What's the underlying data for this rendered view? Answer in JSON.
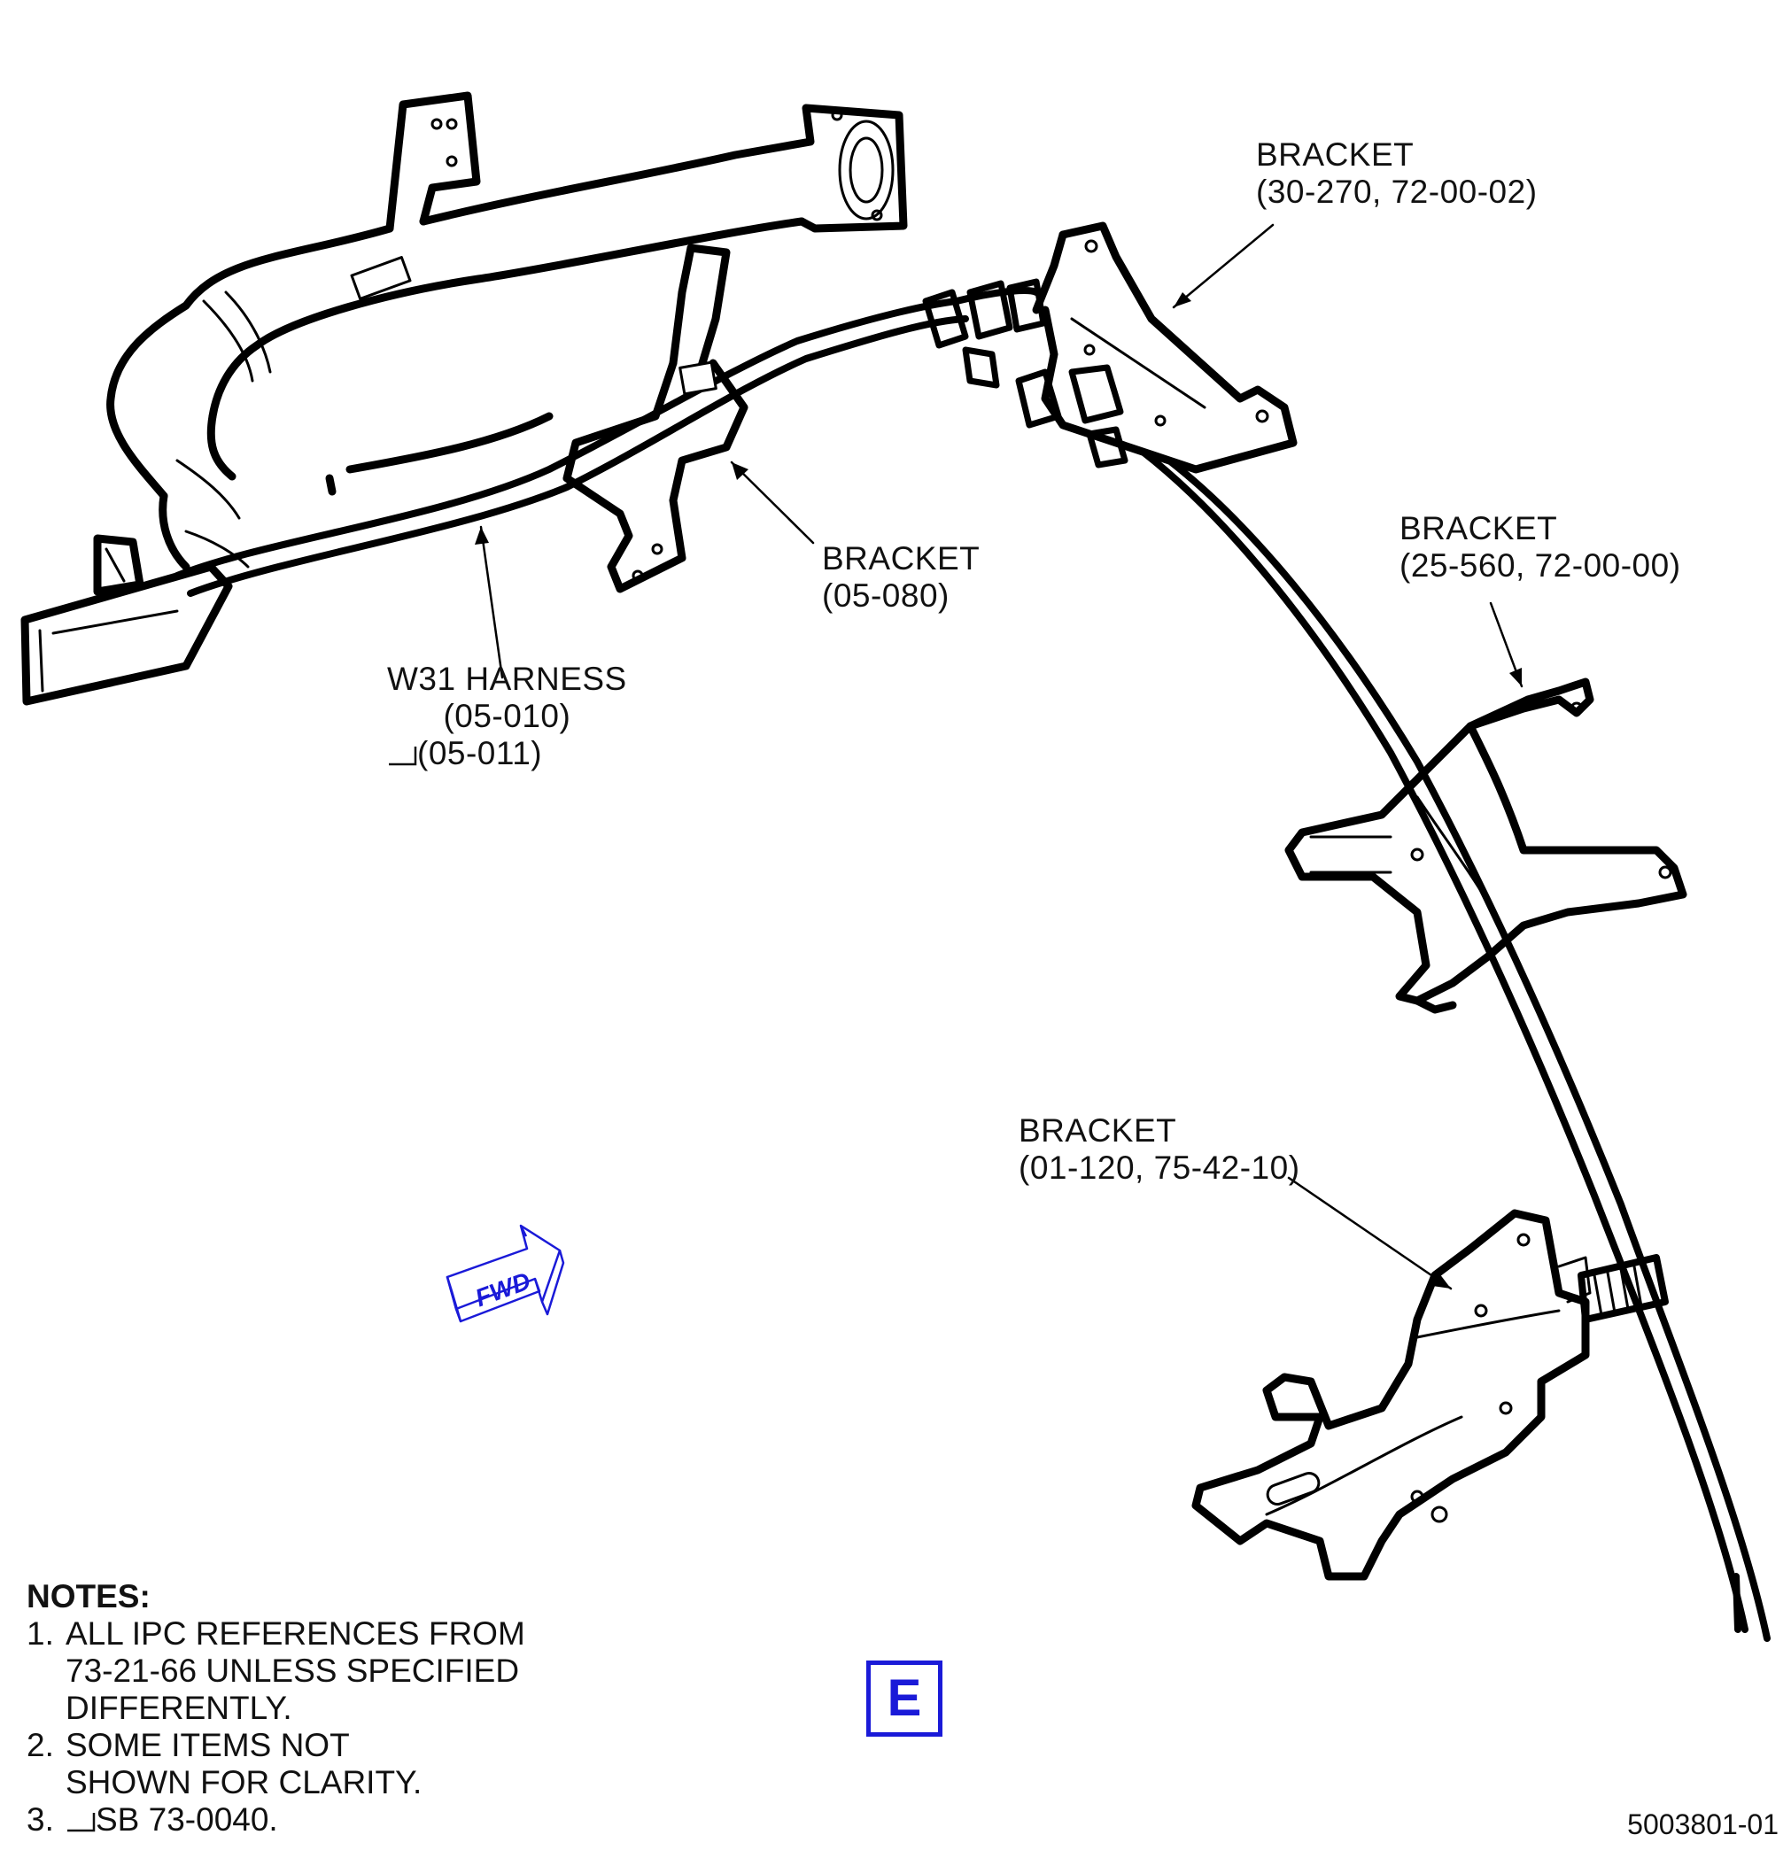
{
  "labels": {
    "bracket_30_270": {
      "line1": "BRACKET",
      "line2": "(30-270, 72-00-02)"
    },
    "bracket_05_080": {
      "line1": "BRACKET",
      "line2": "(05-080)"
    },
    "bracket_25_560": {
      "line1": "BRACKET",
      "line2": "(25-560, 72-00-00)"
    },
    "bracket_01_120": {
      "line1": "BRACKET",
      "line2": "(01-120, 75-42-10)"
    },
    "harness": {
      "line1": "W31 HARNESS",
      "line2": "(05-010)",
      "line3": "(05-011)"
    }
  },
  "fwd_arrow": {
    "text": "FWD",
    "color": "#1a1ad8"
  },
  "notes": {
    "title": "NOTES:",
    "items": [
      {
        "num": "1.",
        "lines": [
          "ALL IPC REFERENCES FROM",
          "73-21-66 UNLESS SPECIFIED",
          "DIFFERENTLY."
        ]
      },
      {
        "num": "2.",
        "lines": [
          "SOME ITEMS NOT",
          "SHOWN FOR CLARITY."
        ]
      },
      {
        "num": "3.",
        "lines": [
          "SB 73-0040."
        ]
      }
    ]
  },
  "view_label": {
    "text": "E",
    "color": "#1a1ad8"
  },
  "figure_id": "5003801-01"
}
